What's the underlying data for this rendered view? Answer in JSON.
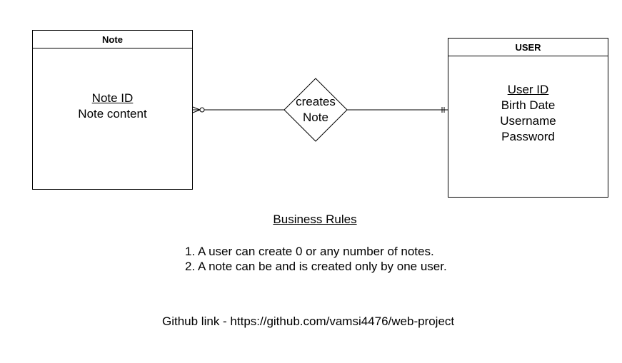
{
  "note_entity": {
    "title": "Note",
    "primary_key": "Note ID",
    "attributes": [
      "Note content"
    ]
  },
  "user_entity": {
    "title": "USER",
    "primary_key": "User ID",
    "attributes": [
      "Birth Date",
      "Username",
      "Password"
    ]
  },
  "relationship": {
    "line1": "creates",
    "line2": "Note"
  },
  "business_rules": {
    "heading": "Business Rules",
    "rules": [
      "1. A user can create 0 or any number of notes.",
      "2. A note can be and is created only by one user."
    ]
  },
  "footer": {
    "github_text": "Github link - https://github.com/vamsi4476/web-project"
  }
}
